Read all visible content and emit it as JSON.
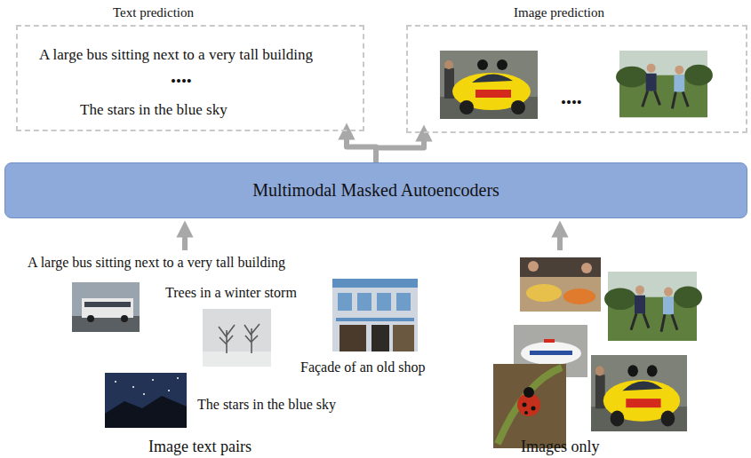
{
  "diagram": {
    "nodes": [
      {
        "text": [
          "Text prediction",
          "A large bus sitting next to a very tall building",
          "••••",
          "The stars in the blue sky"
        ]
      },
      {
        "text": [
          "Image prediction",
          "••••"
        ]
      },
      {
        "text": [
          "Multimodal Masked Autoencoders"
        ]
      }
    ],
    "edges": [
      {
        "from": 2,
        "to": 0,
        "arrow": "to"
      },
      {
        "from": 2,
        "to": 1,
        "arrow": "to"
      }
    ],
    "labels": [
      "A large bus sitting next to a very tall building",
      "Trees in a winter storm",
      "Façade of an old shop",
      "The stars in the blue sky",
      "Image text pairs",
      "Images only"
    ]
  }
}
